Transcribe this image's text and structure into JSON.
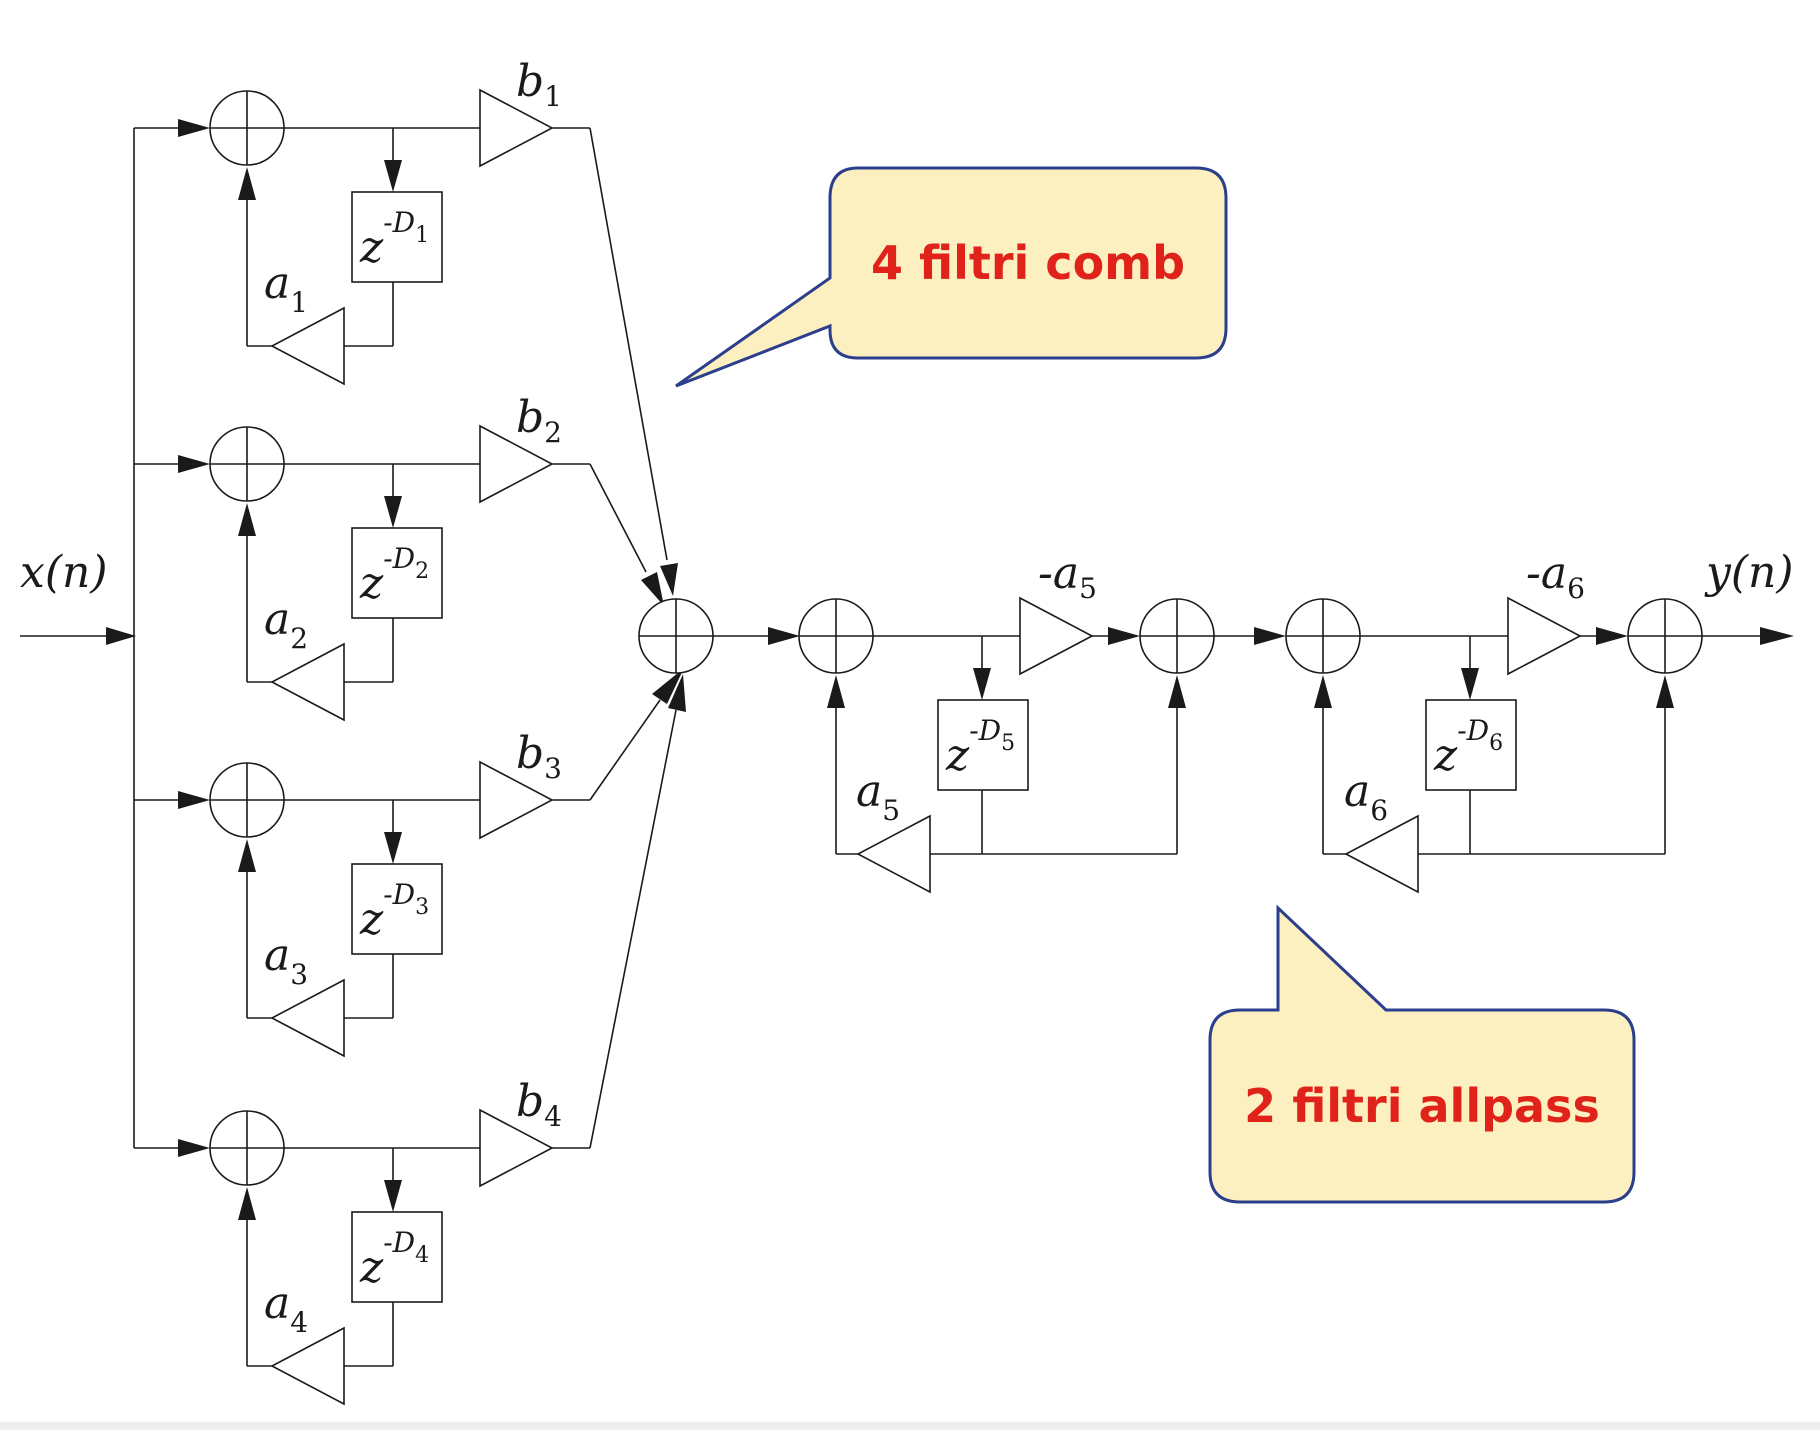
{
  "input_label": "x(n)",
  "output_label": "y(n)",
  "callouts": {
    "comb": "4 filtri comb",
    "allpass": "2 filtri allpass"
  },
  "comb_filters": [
    {
      "feedback": "a",
      "feedback_sub": "1",
      "gain": "b",
      "gain_sub": "1",
      "delay": "z",
      "delay_exp": "-D",
      "delay_exp_sub": "1"
    },
    {
      "feedback": "a",
      "feedback_sub": "2",
      "gain": "b",
      "gain_sub": "2",
      "delay": "z",
      "delay_exp": "-D",
      "delay_exp_sub": "2"
    },
    {
      "feedback": "a",
      "feedback_sub": "3",
      "gain": "b",
      "gain_sub": "3",
      "delay": "z",
      "delay_exp": "-D",
      "delay_exp_sub": "3"
    },
    {
      "feedback": "a",
      "feedback_sub": "4",
      "gain": "b",
      "gain_sub": "4",
      "delay": "z",
      "delay_exp": "-D",
      "delay_exp_sub": "4"
    }
  ],
  "allpass_filters": [
    {
      "feedback": "a",
      "feedback_sub": "5",
      "forward": "-a",
      "forward_sub": "5",
      "delay": "z",
      "delay_exp": "-D",
      "delay_exp_sub": "5"
    },
    {
      "feedback": "a",
      "feedback_sub": "6",
      "forward": "-a",
      "forward_sub": "6",
      "delay": "z",
      "delay_exp": "-D",
      "delay_exp_sub": "6"
    }
  ],
  "colors": {
    "callout_fill": "#fdf0c0",
    "callout_border": "#2c3f8c",
    "callout_text": "#e0231a",
    "wire": "#1a1a1a"
  }
}
